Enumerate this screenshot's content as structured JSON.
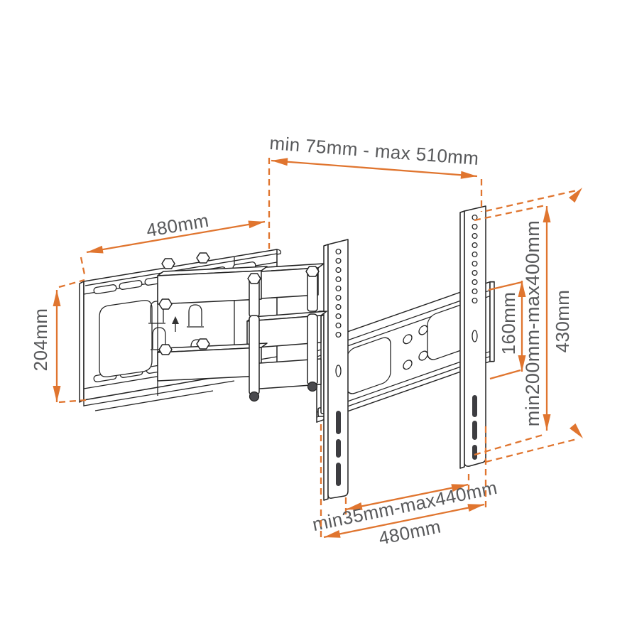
{
  "diagram": {
    "title": "tv-wall-mount-dimension-diagram",
    "labels": {
      "depth_range": "min 75mm - max 510mm",
      "wall_plate_width": "480mm",
      "wall_plate_height": "204mm",
      "vesa_height": "160mm",
      "vesa_height_range": "min200mm-max400mm",
      "bracket_height": "430mm",
      "rail_spacing_range": "min35mm-max440mm",
      "bracket_width": "480mm"
    },
    "colors": {
      "dimension_accent": "#E0752F",
      "label_text": "#58595B",
      "line_art": "#232323",
      "background": "#FFFFFF"
    }
  }
}
